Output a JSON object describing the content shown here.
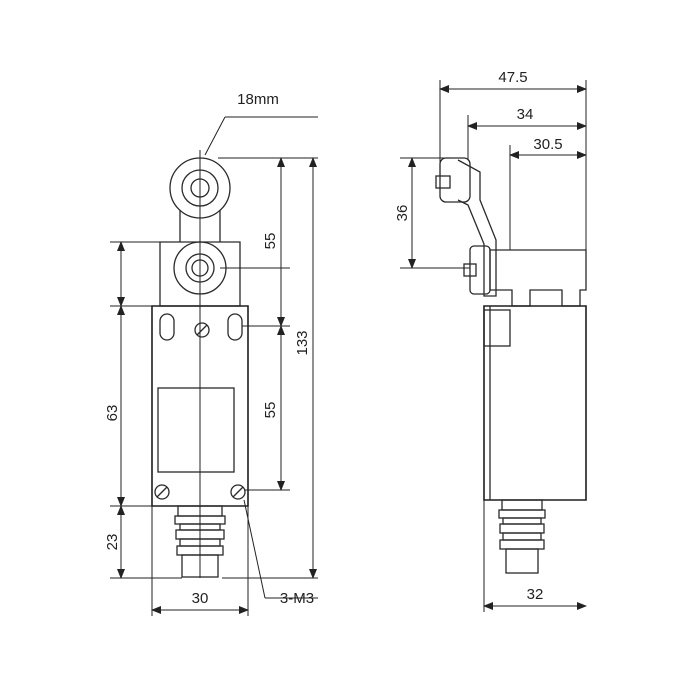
{
  "front_view": {
    "dims": {
      "roller_diameter": "18mm",
      "roller_to_lower_hole": "55",
      "overall_height": "133",
      "slot_to_bottom_holes": "55",
      "upper_section": "63",
      "plunger_length": "23",
      "width": "30",
      "thread": "3-M3"
    }
  },
  "side_view": {
    "dims": {
      "total_depth": "47.5",
      "arm_depth": "34",
      "body_offset": "30.5",
      "arm_height": "36",
      "body_depth": "32"
    }
  }
}
